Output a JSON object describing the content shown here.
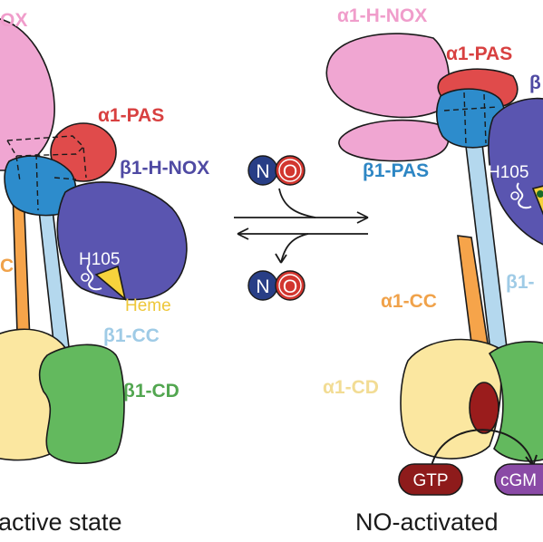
{
  "colors": {
    "h_nox_alpha": "#f0a6d2",
    "pas_alpha": "#e04b4b",
    "pas_beta": "#2d8ccc",
    "h_nox_beta": "#5a55b0",
    "cc_alpha": "#f6a44a",
    "cc_beta": "#b4d8ee",
    "cd_alpha": "#fbe7a0",
    "cd_beta": "#63b95e",
    "heme": "#f6d23c",
    "gtp": "#8e1b1b",
    "cgmp": "#8a4aa6",
    "no_n": "#283e86",
    "no_o": "#d2362f",
    "active_site": "#9a1c1c",
    "label_alpha_hnox": "#f09dcb",
    "label_alpha_pas": "#d84040",
    "label_beta_hnox": "#4f4aa3",
    "label_beta_pas": "#2d86c4",
    "label_alpha_cc": "#f0a24a",
    "label_beta_cc": "#9fcbe6",
    "label_alpha_cd": "#f2dc94",
    "label_beta_cd": "#52a650",
    "label_heme": "#eec73a"
  },
  "left": {
    "label_alpha_hnox": "OX",
    "label_alpha_pas": "α1-PAS",
    "label_beta_hnox": "β1-H-NOX",
    "label_h105": "H105",
    "label_heme": "Heme",
    "label_beta_cc": "β1-CC",
    "label_beta_cd": "β1-CD",
    "label_alpha_cc": "C",
    "state_label": "active state"
  },
  "right": {
    "label_alpha_hnox": "α1-H-NOX",
    "label_alpha_pas": "α1-PAS",
    "label_beta_pas": "β1-PAS",
    "label_beta_top": "β",
    "label_h105": "H105",
    "label_beta_cc": "β1-",
    "label_alpha_cc": "α1-CC",
    "label_alpha_cd": "α1-CD",
    "pill_gtp": "GTP",
    "pill_cgmp": "cGM",
    "state_label": "NO-activated"
  },
  "no_molecule": {
    "n": "N",
    "o": "O"
  }
}
